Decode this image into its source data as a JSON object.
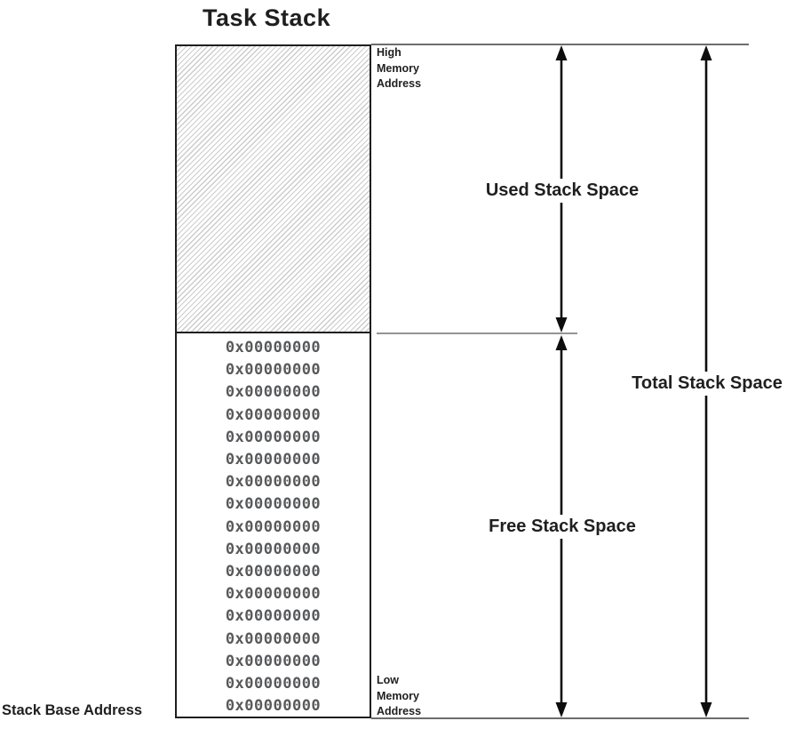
{
  "title": "Task Stack",
  "colors": {
    "text": "#1f1f1f",
    "hex_text": "#58595b",
    "hatch": "#cccccc",
    "line": "#3d3d3d",
    "arrow": "#0d0d0d",
    "bg": "#ffffff"
  },
  "stack": {
    "high_memory_label": "High\nMemory\nAddress",
    "low_memory_label": "Low\nMemory\nAddress",
    "base_address_label": "Stack Base Address",
    "used_region": {
      "label": "Used Stack Space"
    },
    "free_region": {
      "label": "Free Stack Space",
      "values": [
        "0x00000000",
        "0x00000000",
        "0x00000000",
        "0x00000000",
        "0x00000000",
        "0x00000000",
        "0x00000000",
        "0x00000000",
        "0x00000000",
        "0x00000000",
        "0x00000000",
        "0x00000000",
        "0x00000000",
        "0x00000000",
        "0x00000000",
        "0x00000000",
        "0x00000000"
      ]
    },
    "total_label": "Total Stack Space"
  }
}
